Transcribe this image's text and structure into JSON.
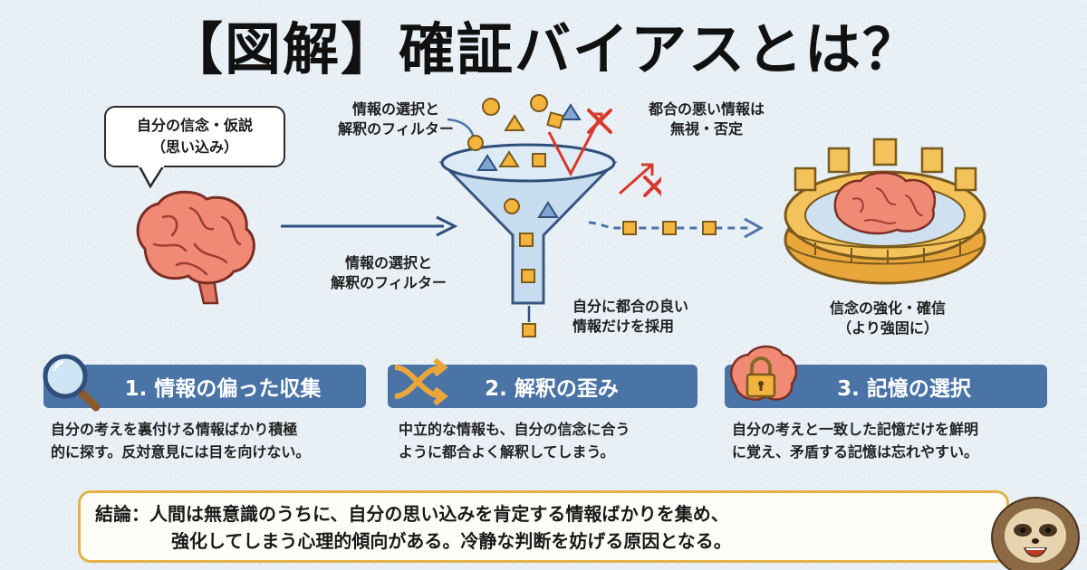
{
  "title": "【図解】確証バイアスとは？",
  "belief_bubble": {
    "line1": "自分の信念・仮説",
    "line2": "（思い込み）"
  },
  "filter_label_top": {
    "line1": "情報の選択と",
    "line2": "解釈のフィルター"
  },
  "filter_label_mid": {
    "line1": "情報の選択と",
    "line2": "解釈のフィルター"
  },
  "reject_label": {
    "line1": "都合の悪い情報は",
    "line2": "無視・否定"
  },
  "adopt_label": {
    "line1": "自分に都合の良い",
    "line2": "情報だけを採用"
  },
  "reinforce_label": {
    "line1": "信念の強化・確信",
    "line2": "（より強固に）"
  },
  "steps": [
    {
      "label": "1. 情報の偏った収集",
      "icon": "magnifier-icon",
      "desc1": "自分の考えを裏付ける情報ばかり積極",
      "desc2": "的に探す。反対意見には目を向けない。"
    },
    {
      "label": "2. 解釈の歪み",
      "icon": "shuffle-arrows-icon",
      "desc1": "中立的な情報も、自分の信念に合う",
      "desc2": "ように都合よく解釈してしまう。"
    },
    {
      "label": "3. 記憶の選択",
      "icon": "locked-brain-icon",
      "desc1": "自分の考えと一致した記憶だけを鮮明",
      "desc2": "に覚え、矛盾する記憶は忘れやすい。"
    }
  ],
  "conclusion": {
    "line1": "結論：人間は無意識のうちに、自分の思い込みを肯定する情報ばかりを集め、",
    "line2": "強化してしまう心理的傾向がある。冷静な判断を妨げる原因となる。"
  },
  "colors": {
    "step_bar": "#4a73a6",
    "arrow": "#2f4f7a",
    "reject_x": "#d83a2b",
    "shape_fill": "#f2b43c",
    "conclusion_border": "#e5b24a"
  }
}
